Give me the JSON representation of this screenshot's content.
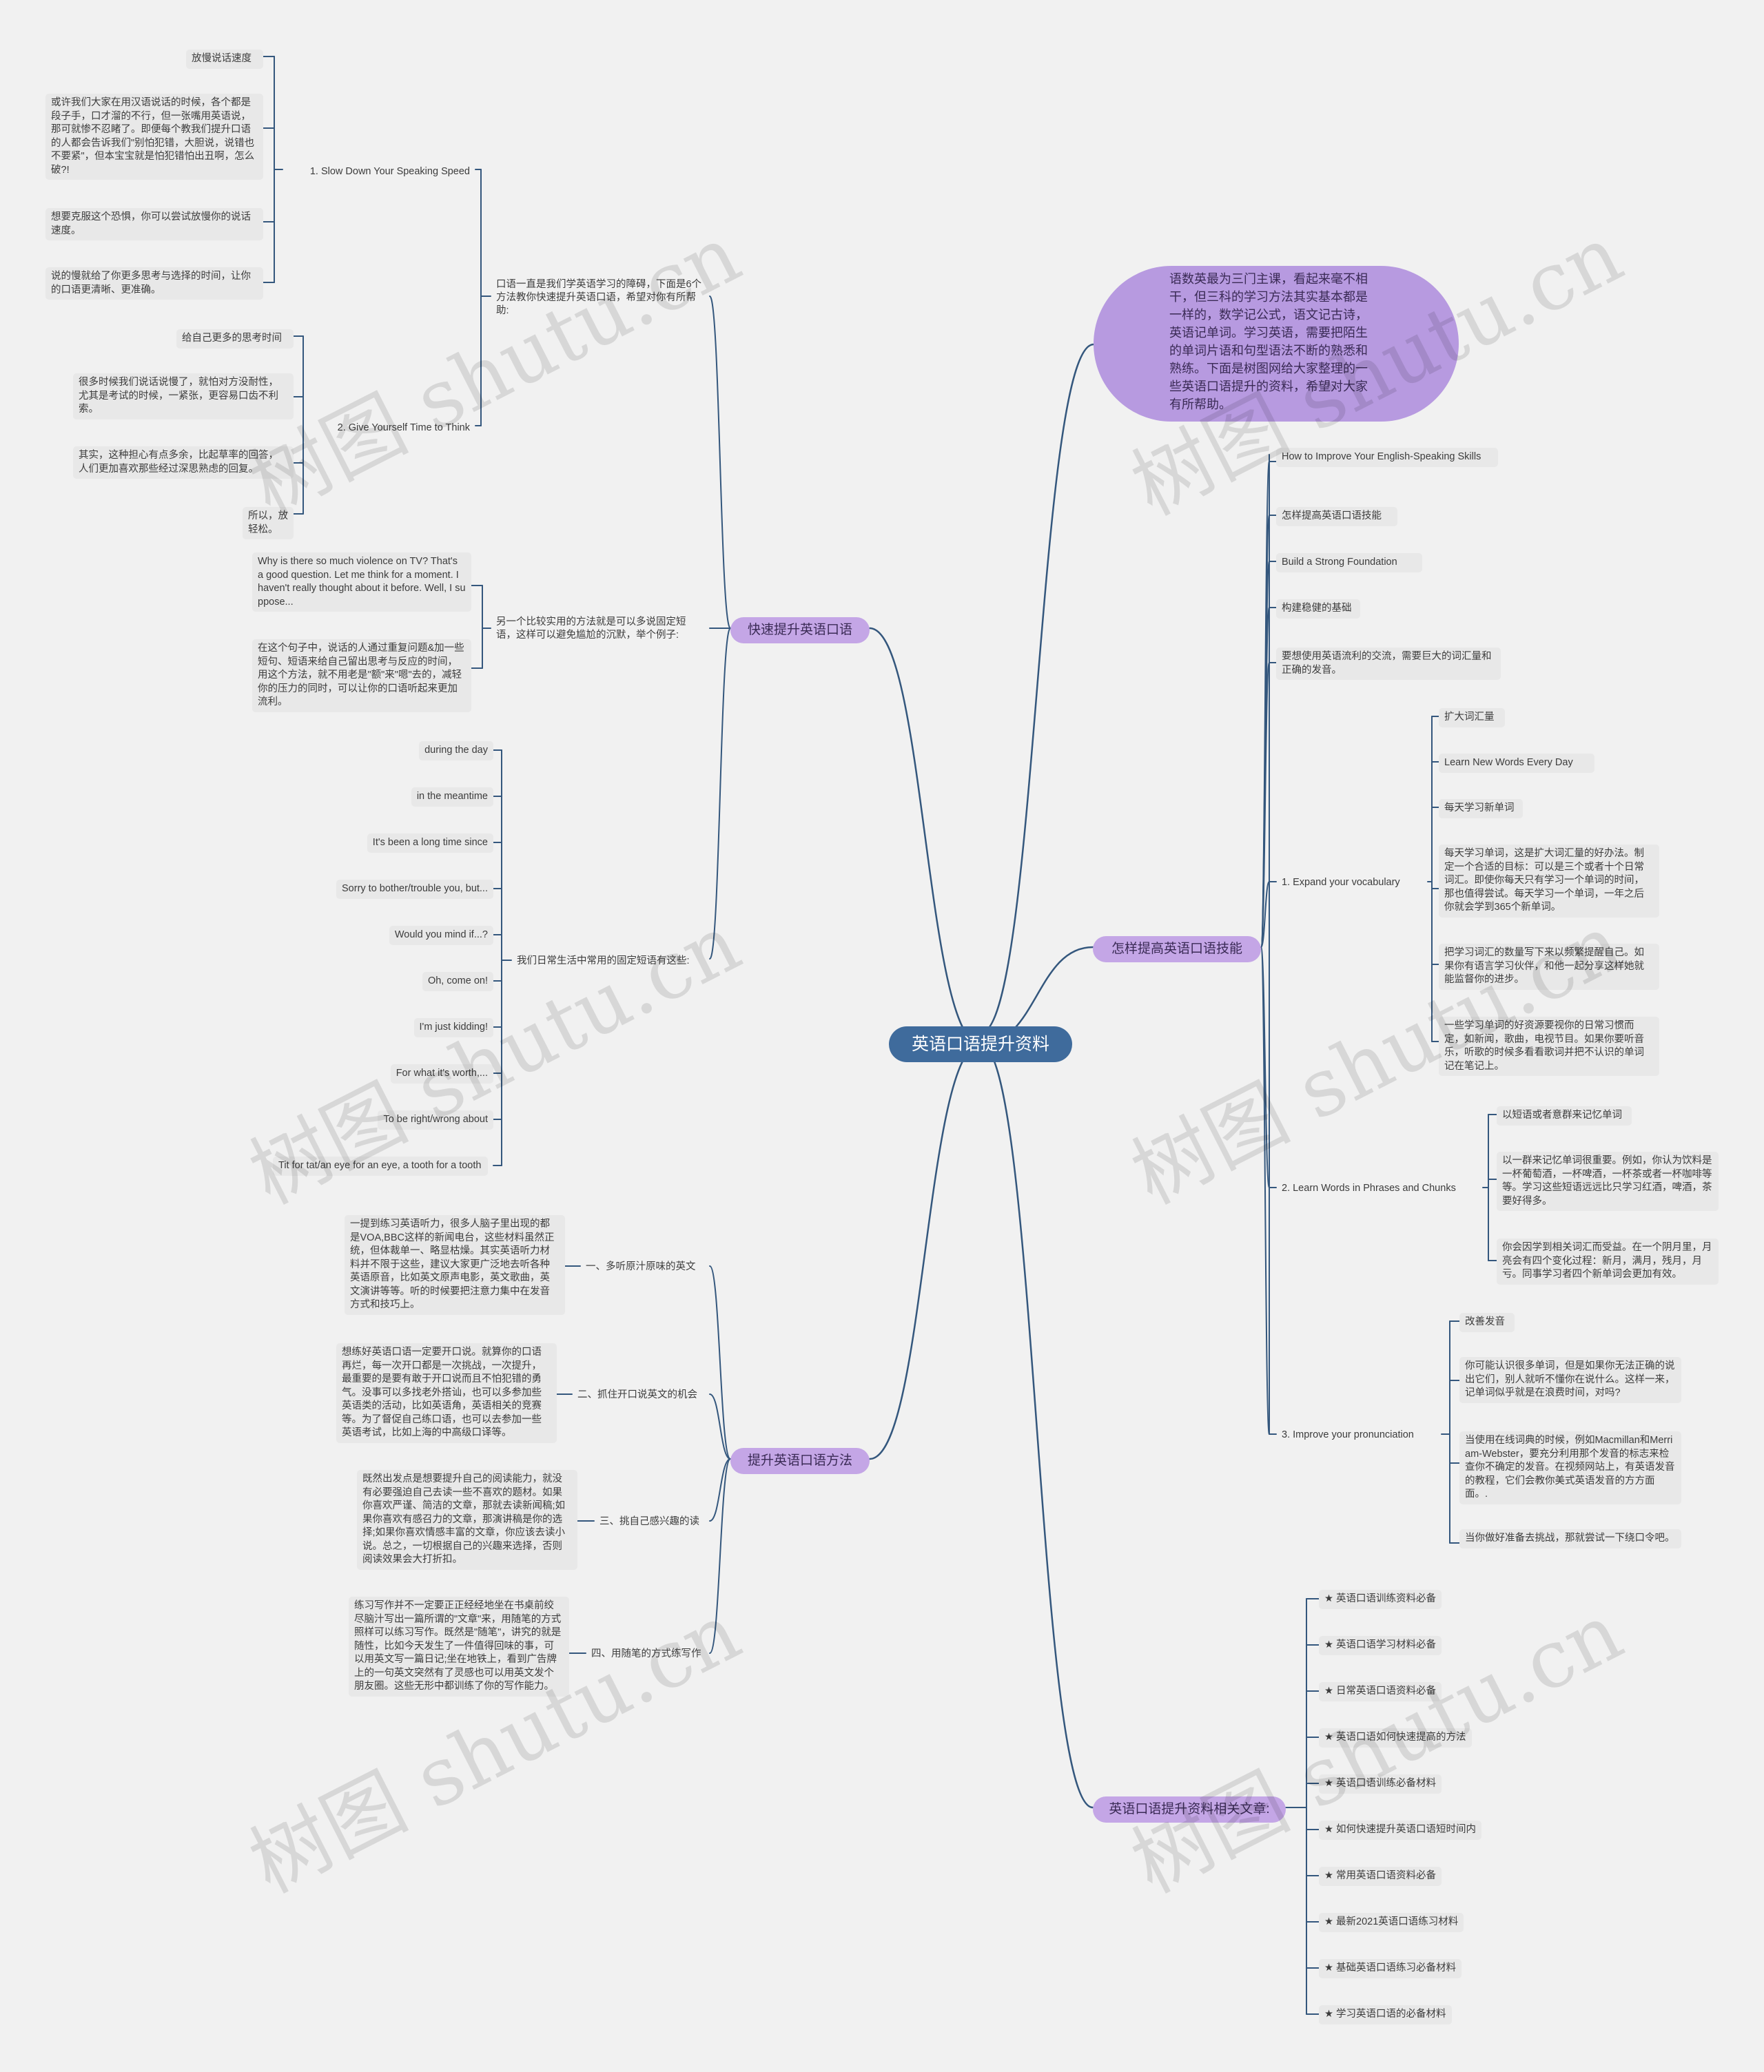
{
  "root": "英语口语提升资料",
  "intro": "语数英最为三门主课，看起来毫不相干，但三科的学习方法其实基本都是一样的，数学记公式，语文记古诗，英语记单词。学习英语，需要把陌生的单词片语和句型语法不断的熟悉和熟练。下面是树图网给大家整理的一些英语口语提升的资料，希望对大家有所帮助。",
  "left": {
    "quick": {
      "label": "快速提升英语口语",
      "intro_text": "口语一直是我们学英语学习的障碍，下面是6个方法教你快速提升英语口语，希望对你有所帮助:",
      "slow": {
        "label": "1. Slow Down Your Speaking Speed",
        "items": [
          "放慢说话速度",
          "或许我们大家在用汉语说话的时候，各个都是段子手，口才溜的不行，但一张嘴用英语说，那可就惨不忍睹了。即便每个教我们提升口语的人都会告诉我们\"别怕犯错，大胆说，说错也不要紧\"，但本宝宝就是怕犯错怕出丑啊，怎么破?!",
          "想要克服这个恐惧，你可以尝试放慢你的说话速度。",
          "说的慢就给了你更多思考与选择的时间，让你的口语更清晰、更准确。"
        ]
      },
      "think": {
        "label": "2. Give Yourself Time to Think",
        "items": [
          "给自己更多的思考时间",
          "很多时候我们说话说慢了，就怕对方没耐性，尤其是考试的时候，一紧张，更容易口齿不利索。",
          "其实，这种担心有点多余，比起草率的回答，人们更加喜欢那些经过深思熟虑的回复。",
          "所以，放轻松。"
        ]
      },
      "fixed": {
        "label": "另一个比较实用的方法就是可以多说固定短语，这样可以避免尴尬的沉默，举个例子:",
        "items": [
          "Why is there so much violence on TV? That's a good question. Let me think for a moment. I haven't really thought about it before. Well, I suppose...",
          "在这个句子中，说话的人通过重复问题&加一些短句、短语来给自己留出思考与反应的时间，用这个方法，就不用老是\"额\"来\"嗯\"去的，减轻你的压力的同时，可以让你的口语听起来更加流利。"
        ]
      },
      "phrases": {
        "label": "我们日常生活中常用的固定短语有这些:",
        "items": [
          "during the day",
          "in the meantime",
          "It's been a long time since",
          "Sorry to bother/trouble you, but...",
          "Would you mind if...?",
          "Oh, come on!",
          "I'm just kidding!",
          "For what it's worth,...",
          "To be right/wrong about",
          "Tit for tat/an eye for an eye, a tooth for a tooth"
        ]
      }
    },
    "method": {
      "label": "提升英语口语方法",
      "subs": [
        {
          "label": "一、多听原汁原味的英文",
          "text": "一提到练习英语听力，很多人脑子里出现的都是VOA,BBC这样的新闻电台，这些材料虽然正统，但体裁单一、略显枯燥。其实英语听力材料并不限于这些，建议大家更广泛地去听各种英语原音，比如英文原声电影，英文歌曲，英文演讲等等。听的时候要把注意力集中在发音方式和技巧上。"
        },
        {
          "label": "二、抓住开口说英文的机会",
          "text": "想练好英语口语一定要开口说。就算你的口语再烂，每一次开口都是一次挑战，一次提升，最重要的是要有敢于开口说而且不怕犯错的勇气。没事可以多找老外搭讪，也可以多参加些英语类的活动，比如英语角，英语相关的竞赛等。为了督促自己练口语，也可以去参加一些英语考试，比如上海的中高级口译等。"
        },
        {
          "label": "三、挑自己感兴趣的读",
          "text": "既然出发点是想要提升自己的阅读能力，就没有必要强迫自己去读一些不喜欢的题材。如果你喜欢严谨、简洁的文章，那就去读新闻稿;如果你喜欢有感召力的文章，那演讲稿是你的选择;如果你喜欢情感丰富的文章，你应该去读小说。总之，一切根据自己的兴趣来选择，否则阅读效果会大打折扣。"
        },
        {
          "label": "四、用随笔的方式练写作",
          "text": "练习写作并不一定要正正经经地坐在书桌前绞尽脑汁写出一篇所谓的\"文章\"来，用随笔的方式照样可以练习写作。既然是\"随笔\"，讲究的就是随性，比如今天发生了一件值得回味的事，可以用英文写一篇日记;坐在地铁上，看到广告牌上的一句英文突然有了灵感也可以用英文发个朋友圈。这些无形中都训练了你的写作能力。"
        }
      ]
    }
  },
  "right": {
    "skills": {
      "label": "怎样提高英语口语技能",
      "items": [
        "How to Improve Your English-Speaking Skills",
        "怎样提高英语口语技能",
        "Build a Strong Foundation",
        "构建稳健的基础",
        "要想使用英语流利的交流，需要巨大的词汇量和正确的发音。"
      ],
      "vocab": {
        "label": "1. Expand your vocabulary",
        "items": [
          "扩大词汇量",
          "Learn New Words Every Day",
          "每天学习新单词",
          "每天学习单词，这是扩大词汇量的好办法。制定一个合适的目标：可以是三个或者十个日常词汇。即使你每天只有学习一个单词的时间，那也值得尝试。每天学习一个单词，一年之后你就会学到365个新单词。",
          "把学习词汇的数量写下来以频繁提醒自己。如果你有语言学习伙伴，和他一起分享这样她就能监督你的进步。",
          "一些学习单词的好资源要视你的日常习惯而定，如新闻，歌曲，电视节目。如果你要听音乐，听歌的时候多看看歌词并把不认识的单词记在笔记上。"
        ]
      },
      "chunks": {
        "label": "2. Learn Words in Phrases and Chunks",
        "items": [
          "以短语或者意群来记忆单词",
          "以一群来记忆单词很重要。例如，你认为饮料是一杯葡萄酒，一杯啤酒，一杯茶或者一杯咖啡等等。学习这些短语远远比只学习红酒，啤酒，茶要好得多。",
          "你会因学到相关词汇而受益。在一个阴月里，月亮会有四个变化过程：新月，满月，残月，月亏。同事学习者四个新单词会更加有效。"
        ]
      },
      "pron": {
        "label": "3. Improve your pronunciation",
        "items": [
          "改善发音",
          "你可能认识很多单词，但是如果你无法正确的说出它们，别人就听不懂你在说什么。这样一来，记单词似乎就是在浪费时间，对吗?",
          "当使用在线词典的时候，例如Macmillan和Merriam-Webster，要充分利用那个发音的标志来检查你不确定的发音。在视频网站上，有英语发音的教程，它们会教你美式英语发音的方方面面。.",
          "当你做好准备去挑战，那就尝试一下绕口令吧。"
        ]
      }
    },
    "related": {
      "label": "英语口语提升资料相关文章:",
      "items": [
        "★ 英语口语训练资料必备",
        "★ 英语口语学习材料必备",
        "★ 日常英语口语资料必备",
        "★ 英语口语如何快速提高的方法",
        "★ 英语口语训练必备材料",
        "★ 如何快速提升英语口语短时间内",
        "★ 常用英语口语资料必备",
        "★ 最新2021英语口语练习材料",
        "★ 基础英语口语练习必备材料",
        "★ 学习英语口语的必备材料"
      ]
    }
  },
  "watermark": "树图 shutu.cn",
  "colors": {
    "background": "#f1f1f1",
    "line": "#34577d",
    "root": "#3f6b9c",
    "branch": "#c4a6e6",
    "leaf": "#e8e8e8"
  }
}
